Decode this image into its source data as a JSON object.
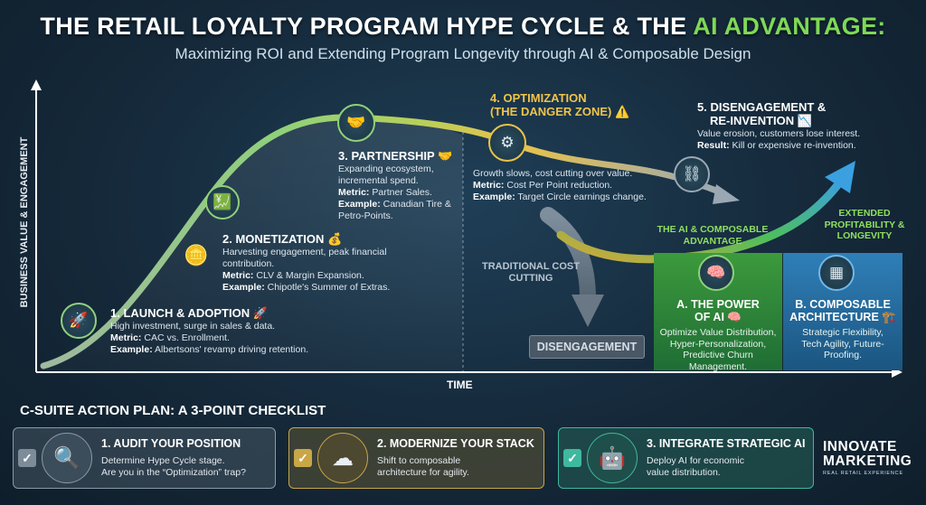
{
  "header": {
    "title_main": "THE RETAIL LOYALTY PROGRAM HYPE CYCLE & THE ",
    "title_highlight": "AI ADVANTAGE:",
    "subtitle": "Maximizing ROI and Extending Program Longevity through AI & Composable Design"
  },
  "axes": {
    "y_label": "BUSINESS VALUE & ENGAGEMENT",
    "x_label": "TIME"
  },
  "stages": {
    "launch": {
      "title": "1. LAUNCH & ADOPTION 🚀",
      "desc": "High investment, surge in sales & data.",
      "metric_label": "Metric:",
      "metric": " CAC vs. Enrollment.",
      "example_label": "Example:",
      "example": " Albertsons' revamp driving retention.",
      "icon": "rocket-icon"
    },
    "monetization": {
      "title": "2. MONETIZATION 💰",
      "desc": "Harvesting engagement, peak financial contribution.",
      "metric_label": "Metric:",
      "metric": " CLV & Margin Expansion.",
      "example_label": "Example:",
      "example": " Chipotle's Summer of Extras.",
      "icon": "coins-growth-icon"
    },
    "partnership": {
      "title": "3. PARTNERSHIP 🤝",
      "desc": "Expanding ecosystem, incremental spend.",
      "metric_label": "Metric:",
      "metric": " Partner Sales.",
      "example_label": "Example:",
      "example": " Canadian Tire & Petro-Points.",
      "icon": "handshake-icon"
    },
    "optimization": {
      "title_1": "4. OPTIMIZATION",
      "title_2": "(THE DANGER ZONE) ⚠️",
      "desc": "Growth slows, cost cutting over value.",
      "metric_label": "Metric:",
      "metric": " Cost Per Point reduction.",
      "example_label": "Example:",
      "example": " Target Circle earnings change.",
      "icon": "gear-warning-icon"
    },
    "disengagement": {
      "title_1": "5. DISENGAGEMENT &",
      "title_2": "RE-INVENTION 📉",
      "desc": "Value erosion, customers lose interest.",
      "result_label": "Result:",
      "result": " Kill or expensive re-invention.",
      "icon": "broken-chain-icon"
    }
  },
  "paths": {
    "traditional_label": "TRADITIONAL COST CUTTING",
    "disengagement_label": "DISENGAGEMENT",
    "ai_advantage_label": "THE AI & COMPOSABLE ADVANTAGE",
    "extended_label": "EXTENDED PROFITABILITY & LONGEVITY"
  },
  "panels": {
    "ai": {
      "title_1": "A. THE POWER",
      "title_2": "OF AI 🧠",
      "body": "Optimize Value Distribution, Hyper-Personalization, Predictive Churn Management.",
      "icon": "brain-circuit-icon"
    },
    "composable": {
      "title_1": "B. COMPOSABLE",
      "title_2": "ARCHITECTURE 🏗️",
      "body": "Strategic Flexibility, Tech Agility, Future-Proofing.",
      "icon": "modular-blocks-icon"
    }
  },
  "action_plan": {
    "title": "C-SUITE ACTION PLAN: A 3-POINT CHECKLIST",
    "items": [
      {
        "title": "1. AUDIT YOUR POSITION",
        "body_1": "Determine Hype Cycle stage.",
        "body_2": "Are you in the “Optimization” trap?",
        "icon": "magnifier-location-icon"
      },
      {
        "title": "2. MODERNIZE YOUR STACK",
        "body_1": "Shift to composable",
        "body_2": "architecture for agility.",
        "icon": "cloud-blocks-icon"
      },
      {
        "title": "3. INTEGRATE STRATEGIC AI",
        "body_1": "Deploy AI for economic",
        "body_2": "value distribution.",
        "icon": "robot-icon"
      }
    ]
  },
  "brand": {
    "line_1": "INNOVATE",
    "line_2": "MARKETING",
    "tagline": "REAL RETAIL EXPERIENCE"
  },
  "colors": {
    "curve_green": "#8fd17a",
    "curve_gold": "#e8c24a",
    "ai_green": "#3c9a3c",
    "composable_blue": "#2f7fb8",
    "accent_highlight": "#7ed957"
  }
}
